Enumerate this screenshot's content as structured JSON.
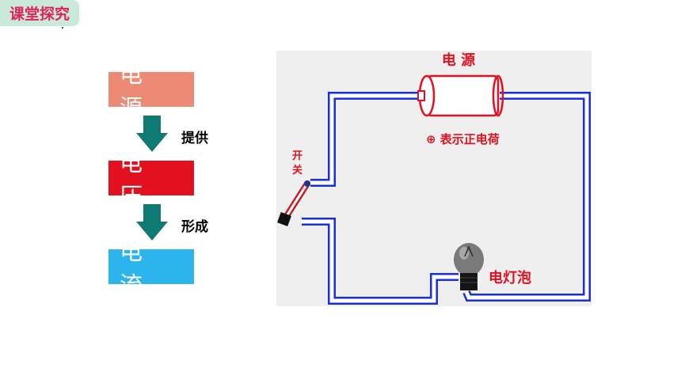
{
  "section_tag": "课堂探究",
  "flow": {
    "boxes": [
      {
        "label": "电 源",
        "color": "#ec8a76"
      },
      {
        "label": "电 压",
        "color": "#e3101f"
      },
      {
        "label": "电 流",
        "color": "#2bb5ec"
      }
    ],
    "arrows": [
      {
        "label": "提供"
      },
      {
        "label": "形成"
      }
    ],
    "arrow_color": "#0f7a74"
  },
  "circuit": {
    "battery_label": "电 源",
    "positive_note": "⊕ 表示正电荷",
    "switch_label": "开关",
    "bulb_label": "电灯泡",
    "wire_color": "#1a2ee0",
    "label_color": "#e3101f"
  }
}
